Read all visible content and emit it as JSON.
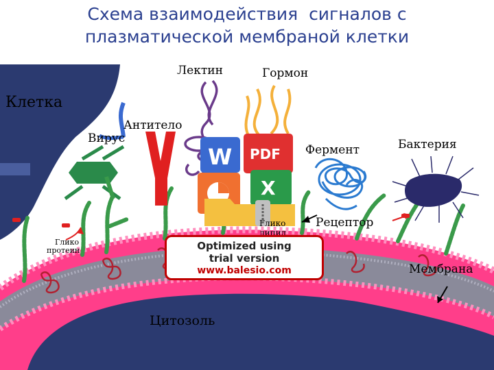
{
  "title": {
    "line1": "Схема взаимодействия  сигналов с",
    "line2": "плазматической мембраной клетки"
  },
  "labels": {
    "cell": "Клетка",
    "lectin": "Лектин",
    "hormone": "Гормон",
    "antibody": "Антитело",
    "virus": "Вирус",
    "enzyme": "Фермент",
    "bacteria": "Бактерия",
    "glycolipid_1": "Глико",
    "glycolipid_2": "липид",
    "receptor": "Рецептор",
    "glycoprotein_1": "Глико",
    "glycoprotein_2": "протеин",
    "membrane": "Мембрана",
    "cytosol": "Цитозоль"
  },
  "watermark": {
    "line1": "Optimized using",
    "line2": "trial version",
    "line3": "www.balesio.com"
  },
  "colors": {
    "title": "#2a3f8f",
    "cell": "#2b3a70",
    "membrane_outer": "#ff3e8a",
    "membrane_inner": "#8a8a9a",
    "glycan": "#3a9a4a",
    "hormone": "#f4b03a",
    "enzyme": "#2a7ad0",
    "antibody": "#e02020",
    "lectin": "#6a3a8a",
    "virus": "#2a8a4a",
    "bacteria": "#2a2a6a"
  },
  "icons": [
    "word-icon",
    "pdf-icon",
    "powerpoint-icon",
    "excel-icon",
    "zip-folder-icon"
  ]
}
